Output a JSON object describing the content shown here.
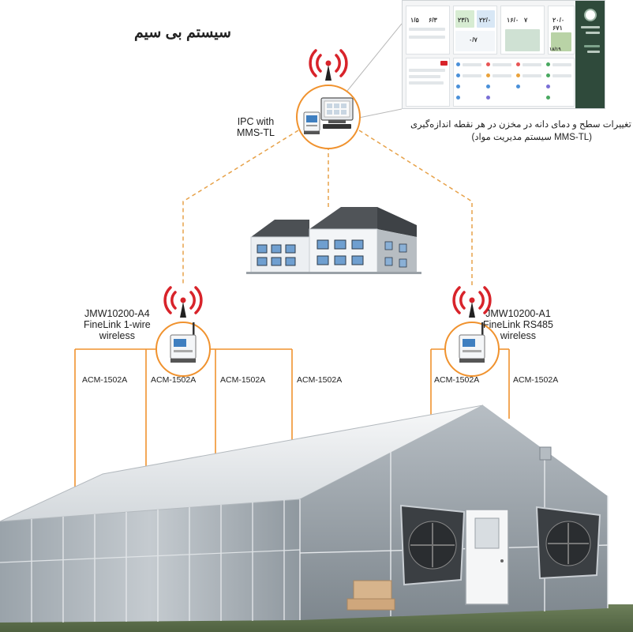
{
  "title": "سیستم بی سیم",
  "ipc": {
    "line1": "IPC with",
    "line2": "MMS-TL"
  },
  "caption": {
    "line1": "پایش تغییرات سطح و دمای دانه در مخزن در هر نقطه اندازه‌گیری",
    "line2": "(MMS-TL سیستم مدیریت مواد)"
  },
  "node_left": {
    "line1": "JMW10200-A4",
    "line2": "FineLink 1-wire",
    "line3": "wireless"
  },
  "node_right": {
    "line1": "JMW10200-A1",
    "line2": "FineLink RS485",
    "line3": "wireless"
  },
  "sensors": {
    "left": [
      "ACM-1502A",
      "ACM-1502A",
      "ACM-1502A",
      "ACM-1502A"
    ],
    "right": [
      "ACM-1502A",
      "ACM-1502A"
    ]
  },
  "dashboard": {
    "values_row1": [
      "۱/۵",
      "۶/۳",
      "۲۳/۱",
      "۲۲/۰",
      "۱۶/۰",
      "۲۰/۰"
    ],
    "values_row2": [
      "۰/۷",
      "۷",
      "۶۷۱",
      "۱۸/۱۹"
    ]
  },
  "colors": {
    "orange": "#f0922e",
    "line_dash": "#e7a24a",
    "antenna_red": "#d8232a",
    "wall": "#eceff2",
    "roof": "#505458",
    "window": "#6f9fd0"
  },
  "icons": [
    "antenna-signal-icon",
    "ipc-computer-icon",
    "wireless-node-icon",
    "warehouse-icon",
    "greenhouse-icon",
    "exhaust-fan-icon"
  ]
}
